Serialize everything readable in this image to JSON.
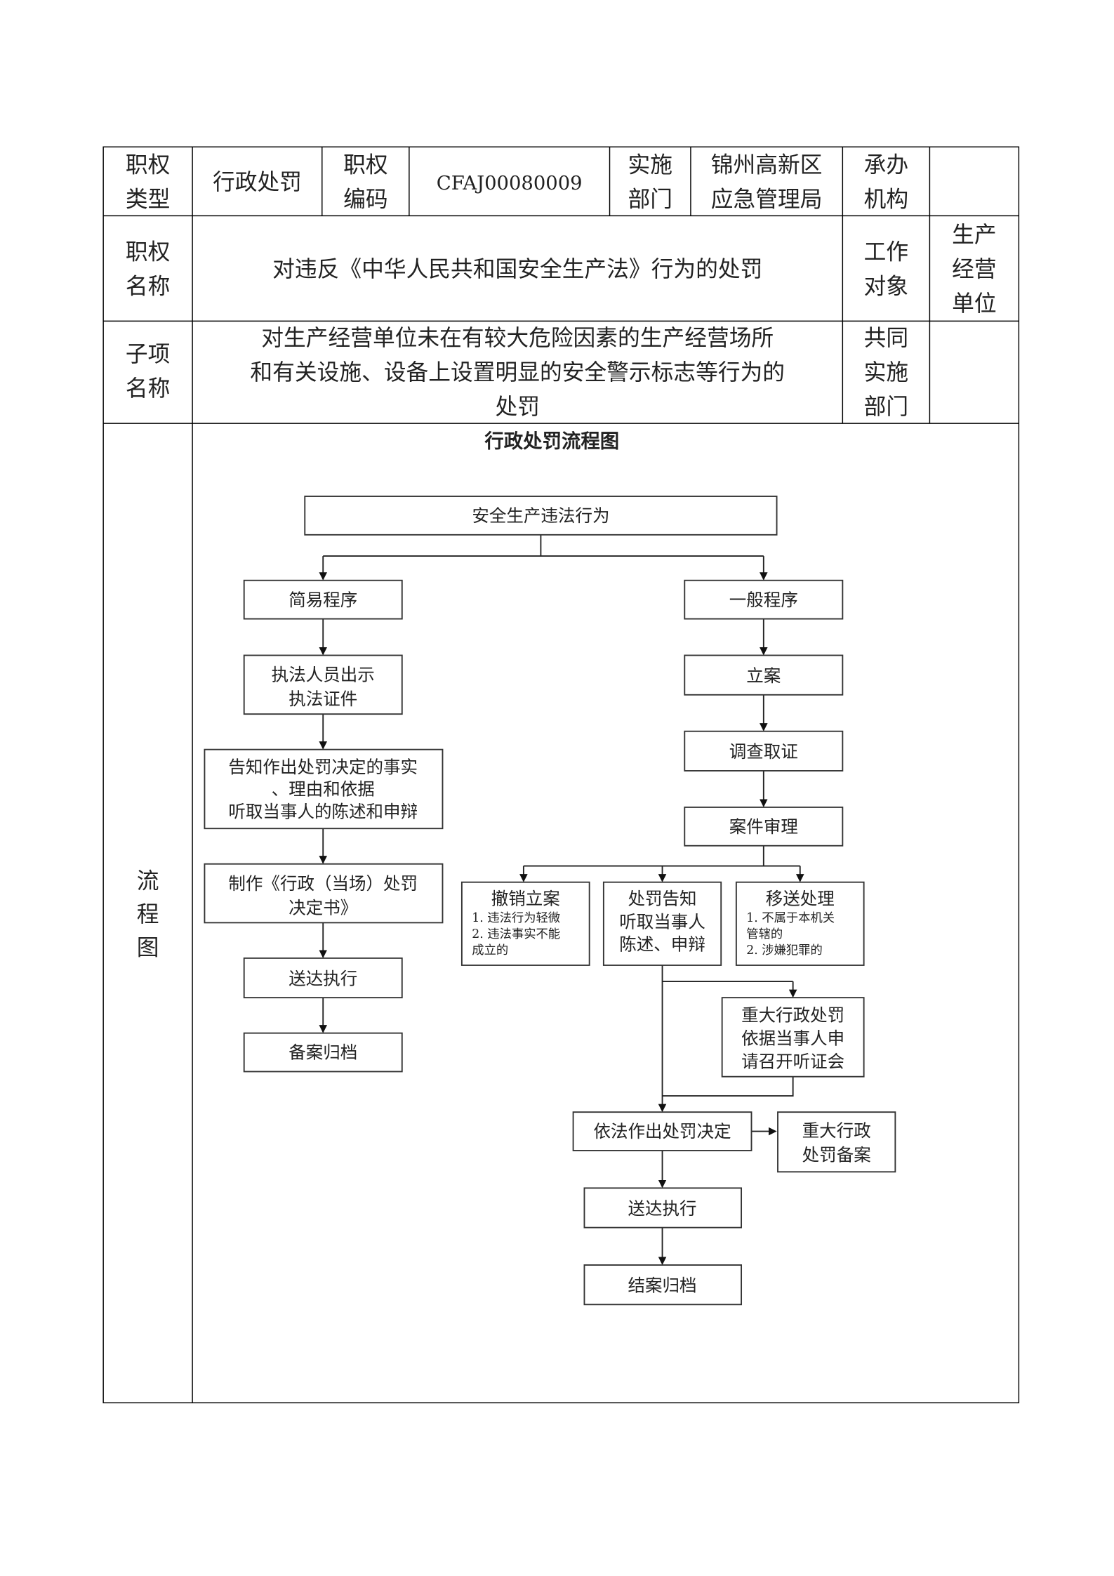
{
  "table": {
    "row1": {
      "type_label": [
        "职权",
        "类型"
      ],
      "type_value": "行政处罚",
      "code_label": [
        "职权",
        "编码"
      ],
      "code_value": "CFAJ00080009",
      "dept_label": [
        "实施",
        "部门"
      ],
      "dept_value": [
        "锦州高新区",
        "应急管理局"
      ],
      "org_label": [
        "承办",
        "机构"
      ],
      "org_value": ""
    },
    "row2": {
      "name_label": [
        "职权",
        "名称"
      ],
      "name_value": "对违反《中华人民共和国安全生产法》行为的处罚",
      "target_label": [
        "工作",
        "对象"
      ],
      "target_value": [
        "生产",
        "经营",
        "单位"
      ]
    },
    "row3": {
      "sub_label": [
        "子项",
        "名称"
      ],
      "sub_value": [
        "对生产经营单位未在有较大危险因素的生产经营场所",
        "和有关设施、设备上设置明显的安全警示标志等行为的",
        "处罚"
      ],
      "joint_label": [
        "共同",
        "实施",
        "部门"
      ],
      "joint_value": ""
    },
    "row4": {
      "flow_label": [
        "流",
        "程",
        "图"
      ]
    }
  },
  "flowchart": {
    "title": "行政处罚流程图",
    "start": "安全生产违法行为",
    "simple": {
      "head": "简易程序",
      "step1": [
        "执法人员出示",
        "执法证件"
      ],
      "step2": [
        "告知作出处罚决定的事实",
        "、理由和依据",
        "听取当事人的陈述和申辩"
      ],
      "step3": [
        "制作《行政（当场）处罚",
        "决定书》"
      ],
      "step4": "送达执行",
      "step5": "备案归档"
    },
    "general": {
      "head": "一般程序",
      "step1": "立案",
      "step2": "调查取证",
      "step3": "案件审理",
      "revoke": {
        "title": "撤销立案",
        "notes": [
          "1. 违法行为轻微",
          "2. 违法事实不能",
          "成立的"
        ]
      },
      "notify": {
        "title": "处罚告知",
        "notes": [
          "听取当事人",
          "陈述、申辩"
        ]
      },
      "transfer": {
        "title": "移送处理",
        "notes": [
          "1. 不属于本机关",
          "管辖的",
          "2. 涉嫌犯罪的"
        ]
      },
      "hearing": [
        "重大行政处罚",
        "依据当事人申",
        "请召开听证会"
      ],
      "decision": "依法作出处罚决定",
      "record": [
        "重大行政",
        "处罚备案"
      ],
      "deliver": "送达执行",
      "archive": "结案归档"
    }
  }
}
